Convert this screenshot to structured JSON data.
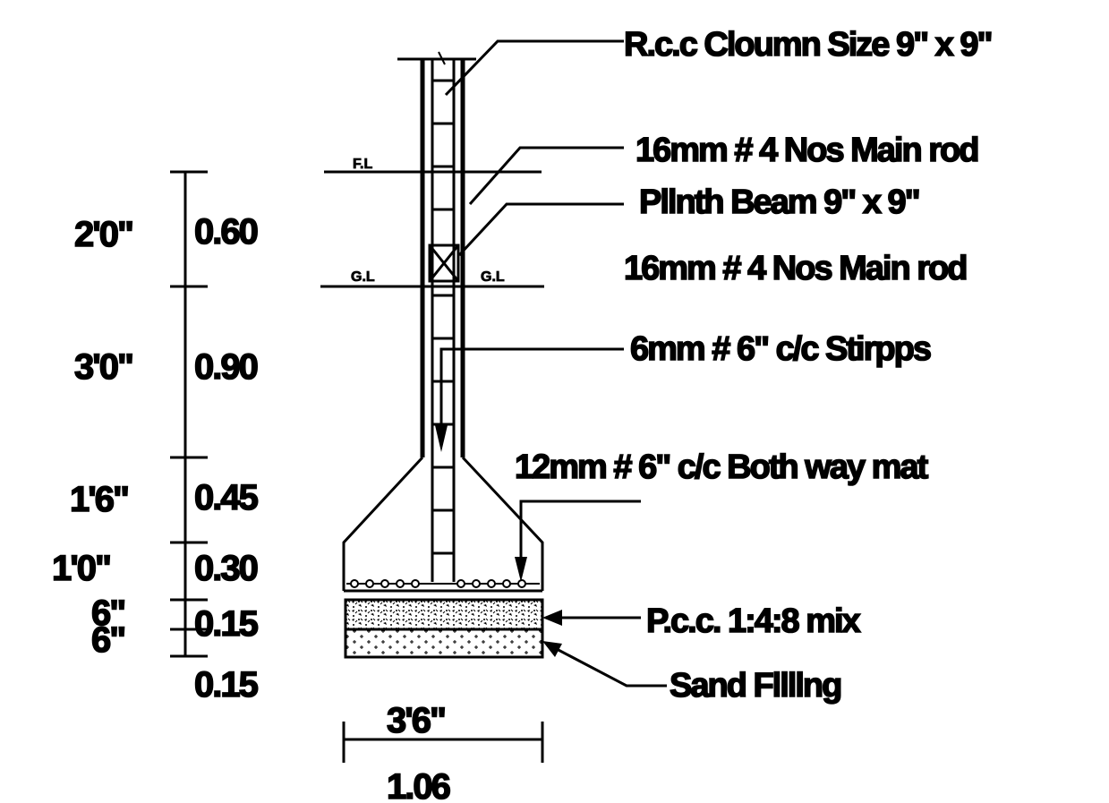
{
  "labels": {
    "column": "R.c.c Cloumn Size 9\" x 9\"",
    "main_rod_upper": "16mm # 4 Nos Main rod",
    "plinth_beam": "Pllnth Beam 9\" x 9\"",
    "main_rod_lower": "16mm # 4 Nos Main rod",
    "stirrups": "6mm # 6\" c/c Stirpps",
    "mat": "12mm # 6\" c/c Both way mat",
    "pcc": "P.c.c. 1:4:8 mix",
    "sand": "Sand Fllllng"
  },
  "levels": {
    "floor": "F.L",
    "ground_left": "G.L",
    "ground_right": "G.L"
  },
  "dimensions": {
    "imperial": [
      "2'0\"",
      "3'0\"",
      "1'6\"",
      "1'0\"",
      "6\"",
      "6\""
    ],
    "metric": [
      "0.60",
      "0.90",
      "0.45",
      "0.30",
      "0.15",
      "0.15"
    ],
    "width_imperial": "3'6\"",
    "width_metric": "1.06"
  }
}
